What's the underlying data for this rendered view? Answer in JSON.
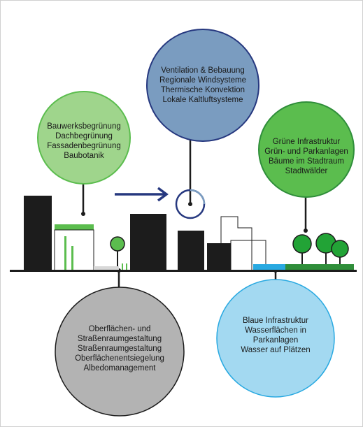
{
  "colors": {
    "building": "#1c1c1c",
    "ground": "#1c1c1c",
    "navy": "#26387f",
    "green_light": "#9fd58c",
    "green_mid": "#5bbd4e",
    "green_bright": "#22a336",
    "green_dark": "#2f8e3a",
    "blue_bubble": "#a3d9f1",
    "blue_water": "#29a9e1",
    "gray_bubble": "#b3b3b3",
    "slate_bubble": "#7a9cc0"
  },
  "bubbles": {
    "ventilation": {
      "title": "Ventilation & Bebauung",
      "lines": [
        "Regionale Windsysteme",
        "Thermische Konvektion",
        "Lokale Kaltluftsysteme"
      ]
    },
    "bauwerk": {
      "title": "Bauwerksbegrünung",
      "lines": [
        "Dachbegrünung",
        "Fassadenbegrünung",
        "Baubotanik"
      ]
    },
    "gruen": {
      "title": "Grüne Infrastruktur",
      "lines": [
        "Grün- und Parkanlagen",
        "Bäume im Stadtraum",
        "Stadtwälder"
      ]
    },
    "oberflaechen": {
      "title": "Oberflächen- und",
      "title2": "Straßenraumgestaltung",
      "lines": [
        "Straßenraumgestaltung",
        "Oberflächenentsiegelung",
        "Albedomanagement"
      ]
    },
    "blau": {
      "title": "Blaue Infrastruktur",
      "lines": [
        "Wasserflächen in",
        "Parkanlagen",
        "Wasser auf Plätzen"
      ]
    }
  },
  "icons": {
    "arrow": "wind-arrow-icon",
    "ring": "ventilation-ring-icon",
    "tree": "tree-icon"
  }
}
